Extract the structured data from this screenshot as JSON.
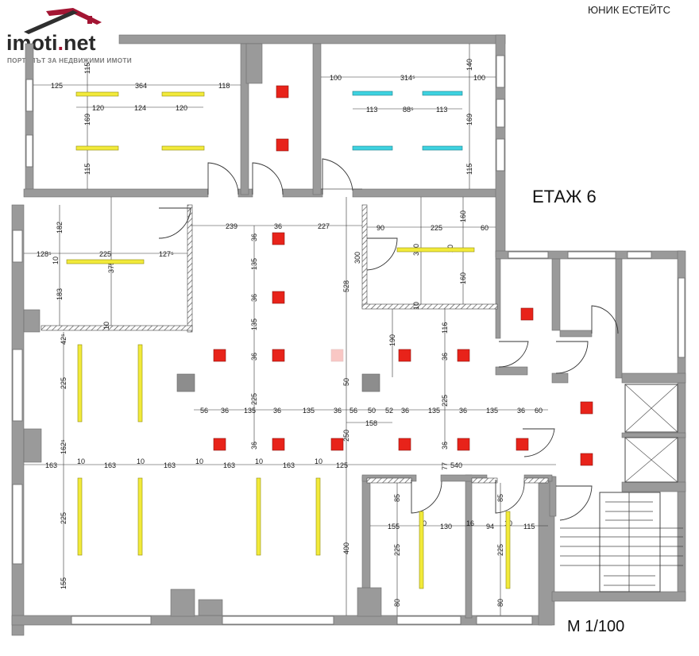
{
  "logo": {
    "brand": "imoti",
    "dot": ".",
    "tld": "net",
    "tagline": "ПОРТАЛЪТ ЗА НЕДВИЖИМИ ИМОТИ"
  },
  "agency": "ЮНИК ЕСТЕЙТС",
  "floor_label": "ЕТАЖ 6",
  "scale_label": "М 1/100",
  "colors": {
    "wall": "#9a9a9a",
    "spot": "#e8231a",
    "lamp_yellow": "#f2ea3a",
    "lamp_cyan": "#3ed2e0",
    "brand_red": "#a31533"
  },
  "dim": {
    "r1": [
      "125",
      "364",
      "118",
      "115",
      "120",
      "124",
      "120",
      "169",
      "115"
    ],
    "r2": [
      "100",
      "314⁵",
      "100",
      "140",
      "113",
      "88⁵",
      "113",
      "169",
      "115"
    ],
    "r3": [
      "182",
      "128⁵",
      "225",
      "127⁵",
      "10",
      "375",
      "183",
      "10"
    ],
    "mid": [
      "239",
      "36",
      "227",
      "300",
      "528",
      "36",
      "135",
      "36",
      "135",
      "36",
      "225",
      "36"
    ],
    "r4": [
      "90",
      "225",
      "60",
      "160",
      "330",
      "10",
      "160",
      "10",
      "190",
      "116",
      "36"
    ],
    "hall": [
      "42⁵",
      "225",
      "162⁵",
      "50",
      "158",
      "225",
      "250",
      "36"
    ],
    "row_x": [
      "56",
      "36",
      "135",
      "36",
      "135",
      "36",
      "56",
      "50",
      "52",
      "36",
      "135",
      "36",
      "135",
      "36",
      "60"
    ],
    "bottom": [
      "163",
      "10",
      "163",
      "10",
      "163",
      "10",
      "163",
      "10",
      "163",
      "10",
      "125",
      "77",
      "540"
    ],
    "low": [
      "225",
      "155",
      "400",
      "85",
      "225",
      "80",
      "85",
      "225",
      "80"
    ],
    "room": [
      "155",
      "10",
      "130",
      "16",
      "94",
      "10",
      "115"
    ]
  }
}
